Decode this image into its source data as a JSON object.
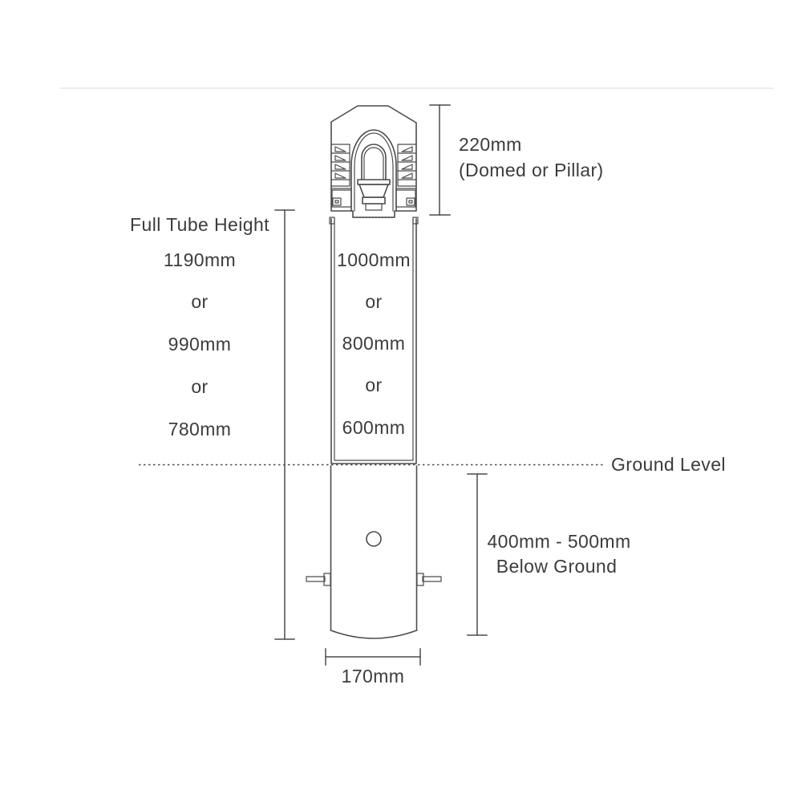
{
  "colors": {
    "line": "#4c4c4c",
    "text": "#3c3c3c",
    "divider": "#ececec"
  },
  "head_dim": {
    "value": "220mm",
    "variant": "(Domed or Pillar)"
  },
  "full_tube": {
    "title": "Full Tube Height",
    "rows": [
      "1190mm",
      "or",
      "990mm",
      "or",
      "780mm"
    ]
  },
  "above_ground": {
    "rows": [
      "1000mm",
      "or",
      "800mm",
      "or",
      "600mm"
    ]
  },
  "ground_label": "Ground Level",
  "below_ground": {
    "range": "400mm - 500mm",
    "caption": "Below Ground"
  },
  "base_width": "170mm"
}
